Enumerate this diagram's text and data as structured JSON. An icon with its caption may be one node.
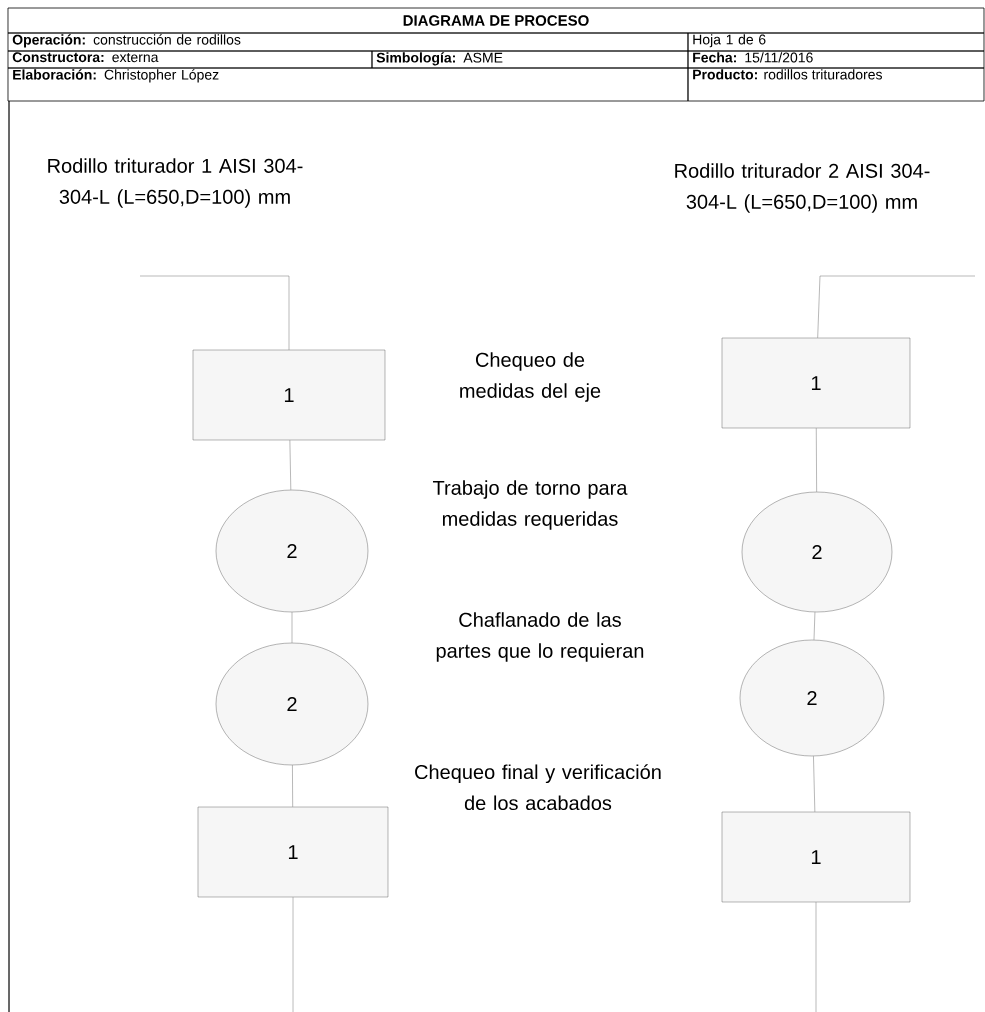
{
  "diagram": {
    "title": "DIAGRAMA DE PROCESO",
    "nodes": [
      {
        "text": [
          "1"
        ]
      },
      {
        "text": [
          "2"
        ]
      },
      {
        "text": [
          "2"
        ]
      },
      {
        "text": [
          "1"
        ]
      },
      {
        "text": [
          "1"
        ]
      },
      {
        "text": [
          "2"
        ]
      },
      {
        "text": [
          "2"
        ]
      },
      {
        "text": [
          "1"
        ]
      }
    ],
    "edges": [
      {
        "from": null,
        "to": 0,
        "arrow": "none"
      },
      {
        "from": 0,
        "to": 1,
        "arrow": "none"
      },
      {
        "from": 1,
        "to": 2,
        "arrow": "none"
      },
      {
        "from": 2,
        "to": 3,
        "arrow": "none"
      },
      {
        "from": 3,
        "to": null,
        "arrow": "none"
      },
      {
        "from": null,
        "to": 4,
        "arrow": "none"
      },
      {
        "from": 4,
        "to": 5,
        "arrow": "none"
      },
      {
        "from": 5,
        "to": 6,
        "arrow": "none"
      },
      {
        "from": 6,
        "to": 7,
        "arrow": "none"
      },
      {
        "from": 7,
        "to": null,
        "arrow": "none"
      }
    ],
    "labels": [
      "**Operación:** construcción de rodillos",
      "Hoja 1 de 6",
      "**Constructora:** externa",
      "**Simbología:** ASME",
      "**Fecha:** 15/11/2016",
      "**Elaboración:** Christopher López",
      "**Producto:** rodillos trituradores",
      "Rodillo triturador 1 AISI 304-304-L (L=650,D=100) mm",
      "Rodillo triturador 2 AISI 304-304-L (L=650,D=100) mm",
      "Chequeo de medidas del eje",
      "Trabajo de torno para medidas requeridas",
      "Chaflanado de las partes que lo requieran",
      "Chequeo final y verificación de los acabados"
    ]
  }
}
